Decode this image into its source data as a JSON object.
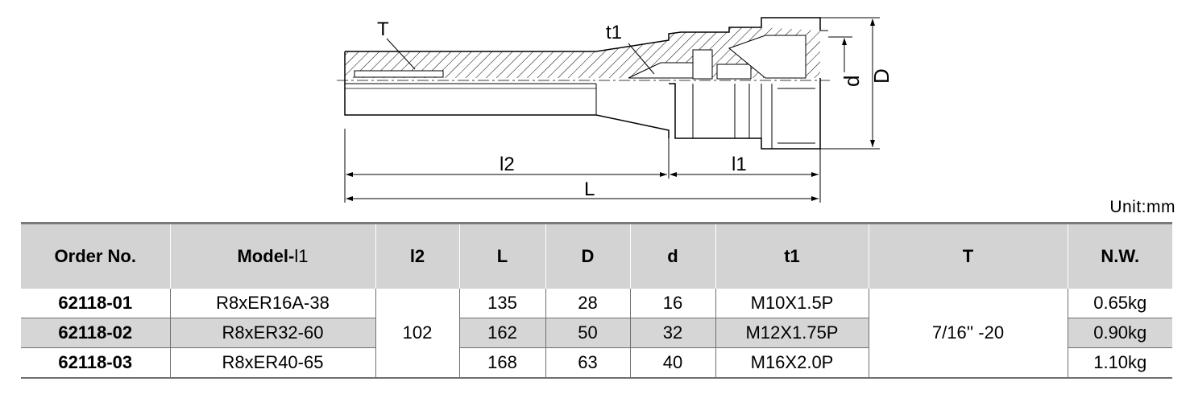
{
  "drawing": {
    "labels": {
      "T": "T",
      "t1": "t1",
      "d": "d",
      "D": "D",
      "l2": "l2",
      "l1": "l1",
      "L": "L"
    }
  },
  "unit": "Unit:mm",
  "table": {
    "headers": {
      "order_no": "Order No.",
      "model_main": "Model-",
      "model_sub": "l1",
      "l2": "l2",
      "L": "L",
      "D": "D",
      "d": "d",
      "t1": "t1",
      "T": "T",
      "nw": "N.W."
    },
    "rows": [
      {
        "order_no": "62118-01",
        "model": "R8xER16A-38",
        "L": "135",
        "D": "28",
        "d": "16",
        "t1": "M10X1.5P",
        "nw": "0.65kg"
      },
      {
        "order_no": "62118-02",
        "model": "R8xER32-60",
        "L": "162",
        "D": "50",
        "d": "32",
        "t1": "M12X1.75P",
        "nw": "0.90kg"
      },
      {
        "order_no": "62118-03",
        "model": "R8xER40-65",
        "L": "168",
        "D": "63",
        "d": "40",
        "t1": "M16X2.0P",
        "nw": "1.10kg"
      }
    ],
    "merged_l2": "102",
    "merged_T": "7/16'' -20"
  }
}
